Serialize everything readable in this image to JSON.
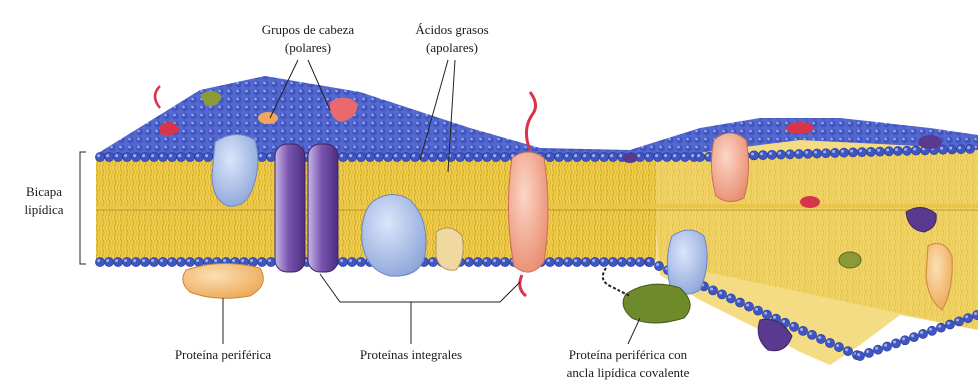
{
  "labels": {
    "head_groups_line1": "Grupos de cabeza",
    "head_groups_line2": "(polares)",
    "fatty_acids_line1": "Ácidos grasos",
    "fatty_acids_line2": "(apolares)",
    "bilayer_line1": "Bicapa",
    "bilayer_line2": "lipídica",
    "peripheral_protein": "Proteína periférica",
    "integral_proteins": "Proteínas integrales",
    "anchored_protein_line1": "Proteína periférica con",
    "anchored_protein_line2": "ancla lipídica covalente"
  },
  "colors": {
    "head_blue": "#4a5fc8",
    "head_light": "#8ea0ee",
    "tail_yellow": "#f2cf4a",
    "tail_line": "#caa22a",
    "interior": "#f4dc84",
    "protein_blue": "#a9bce6",
    "protein_purple": "#6c4a9e",
    "protein_salmon": "#f3a890",
    "protein_orange": "#f2be7a",
    "protein_olive": "#6f8a2a",
    "carb_red": "#d8344a"
  }
}
